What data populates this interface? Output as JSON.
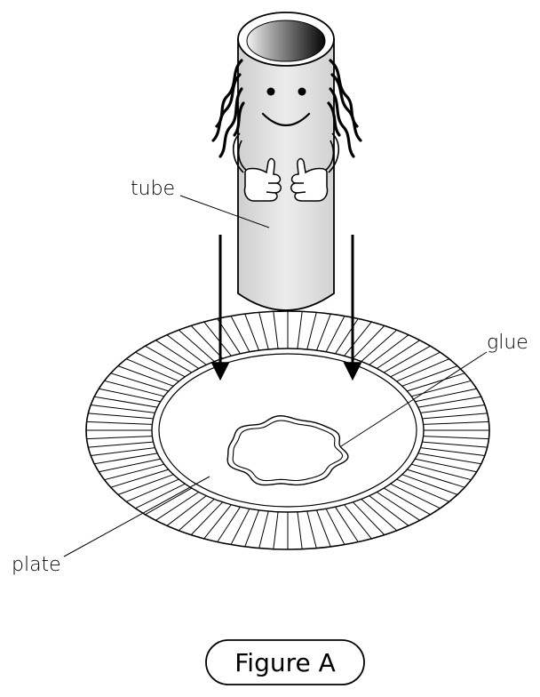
{
  "labels": {
    "tube": "tube",
    "glue": "glue",
    "plate": "plate"
  },
  "caption": "Figure A",
  "colors": {
    "ink": "#000000",
    "tube_body": "#e4e4e4",
    "background": "#ffffff"
  }
}
